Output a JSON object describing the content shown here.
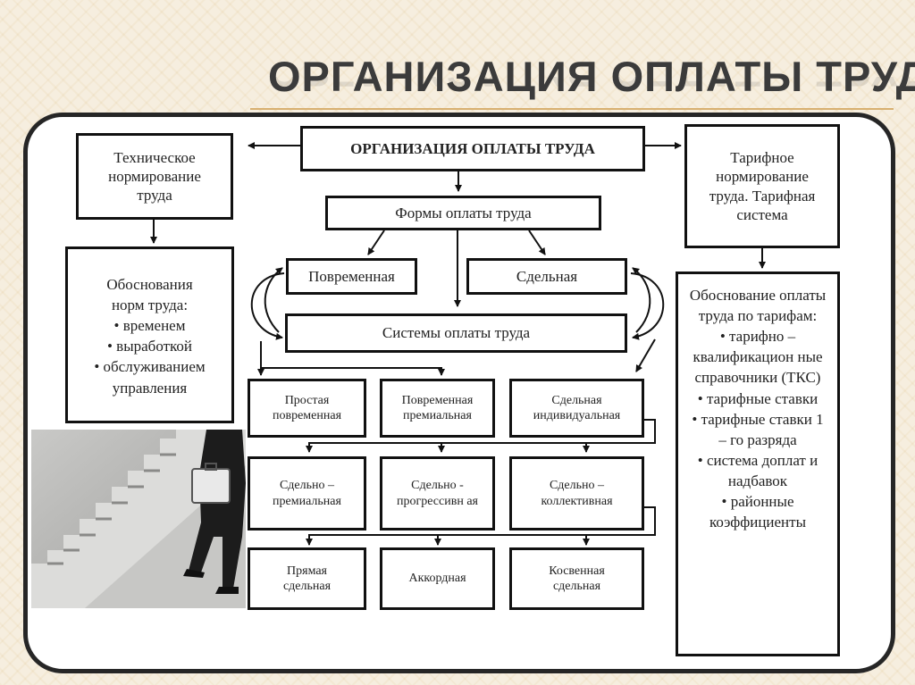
{
  "slide": {
    "title": "ОРГАНИЗАЦИЯ ОПЛАТЫ ТРУДА"
  },
  "diagram": {
    "root": "ОРГАНИЗАЦИЯ ОПЛАТЫ ТРУДА",
    "left_top": "Техническое нормирование труда",
    "left_basis": {
      "heading": "Обоснования норм труда:",
      "items": [
        "временем",
        "выработкой",
        "обслуживанием управления"
      ]
    },
    "right_top": "Тарифное нормирование труда. Тарифная система",
    "right_basis": {
      "heading": "Обоснование оплаты труда по тарифам:",
      "items": [
        "тарифно – квалификацион ные справочники (ТКС)",
        "тарифные ставки",
        "тарифные ставки 1 – го разряда",
        "система доплат и надбавок",
        "районные коэффициенты"
      ]
    },
    "forms": "Формы оплаты труда",
    "time_based": "Повременная",
    "piece_rate": "Сдельная",
    "systems": "Системы оплаты труда",
    "system_rows": [
      [
        "Простая повременная",
        "Повременная премиальная",
        "Сдельная индивидуальная"
      ],
      [
        "Сдельно – премиальная",
        "Сдельно - прогрессивн ая",
        "Сдельно – коллективная"
      ],
      [
        "Прямая сдельная",
        "Аккордная",
        "Косвенная сдельная"
      ]
    ]
  }
}
